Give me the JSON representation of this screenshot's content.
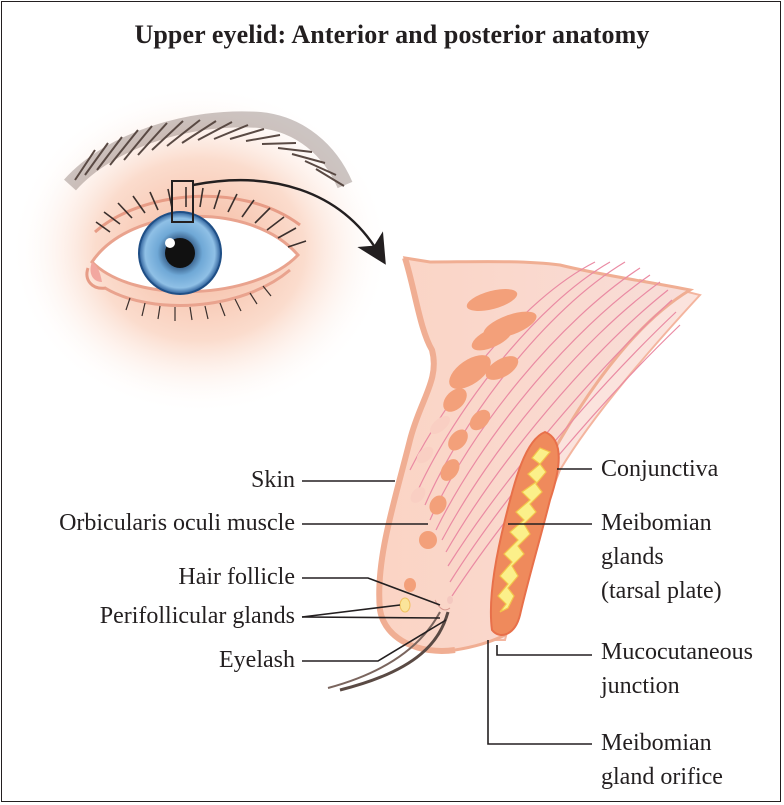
{
  "title": "Upper eyelid: Anterior and posterior anatomy",
  "labels_left": {
    "skin": "Skin",
    "orbicularis": "Orbicularis oculi muscle",
    "hair_follicle": "Hair follicle",
    "perifollicular": "Perifollicular glands",
    "eyelash": "Eyelash"
  },
  "labels_right": {
    "conjunctiva": "Conjunctiva",
    "meibomian_1": "Meibomian",
    "meibomian_2": "glands",
    "meibomian_3": "(tarsal plate)",
    "mucocutaneous_1": "Mucocutaneous",
    "mucocutaneous_2": "junction",
    "orifice_1": "Meibomian",
    "orifice_2": "gland orifice"
  },
  "colors": {
    "iris": "#3f7fbf",
    "skin_glow": "#f7c9b3",
    "tarsal_plate": "#ef8a5c",
    "gland": "#fbf08a",
    "muscle": "#f3a07a"
  }
}
